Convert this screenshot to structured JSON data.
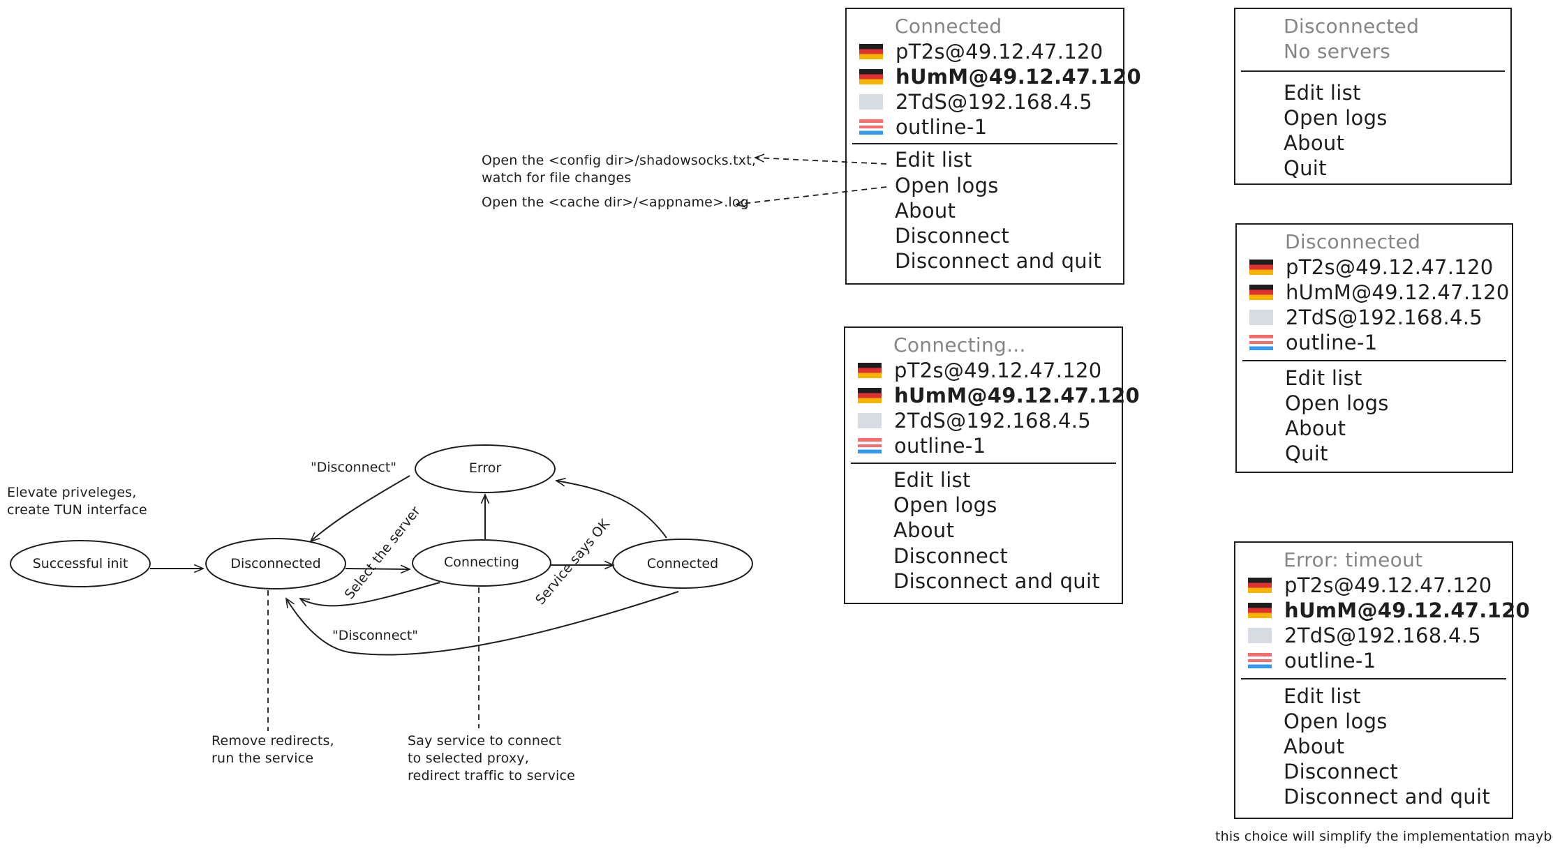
{
  "menus": {
    "connected": {
      "title": "Connected",
      "servers": [
        {
          "label": "pT2s@49.12.47.120",
          "flag": "germany",
          "selected": false
        },
        {
          "label": "hUmM@49.12.47.120",
          "flag": "germany",
          "selected": true
        },
        {
          "label": "2TdS@192.168.4.5",
          "flag": "blank",
          "selected": false
        },
        {
          "label": "outline-1",
          "flag": "striped",
          "selected": false
        }
      ],
      "items": [
        "Edit list",
        "Open logs",
        "About",
        "Disconnect",
        "Disconnect and quit"
      ]
    },
    "connecting": {
      "title": "Connecting...",
      "servers": [
        {
          "label": "pT2s@49.12.47.120",
          "flag": "germany",
          "selected": false
        },
        {
          "label": "hUmM@49.12.47.120",
          "flag": "germany",
          "selected": true
        },
        {
          "label": "2TdS@192.168.4.5",
          "flag": "blank",
          "selected": false
        },
        {
          "label": "outline-1",
          "flag": "striped",
          "selected": false
        }
      ],
      "items": [
        "Edit list",
        "Open logs",
        "About",
        "Disconnect",
        "Disconnect and quit"
      ]
    },
    "no_servers": {
      "title": "Disconnected",
      "subtitle": "No servers",
      "items": [
        "Edit list",
        "Open logs",
        "About",
        "Quit"
      ]
    },
    "disconnected": {
      "title": "Disconnected",
      "servers": [
        {
          "label": "pT2s@49.12.47.120",
          "flag": "germany",
          "selected": false
        },
        {
          "label": "hUmM@49.12.47.120",
          "flag": "germany",
          "selected": false
        },
        {
          "label": "2TdS@192.168.4.5",
          "flag": "blank",
          "selected": false
        },
        {
          "label": "outline-1",
          "flag": "striped",
          "selected": false
        }
      ],
      "items": [
        "Edit list",
        "Open logs",
        "About",
        "Quit"
      ]
    },
    "error": {
      "title": "Error: timeout",
      "servers": [
        {
          "label": "pT2s@49.12.47.120",
          "flag": "germany",
          "selected": false
        },
        {
          "label": "hUmM@49.12.47.120",
          "flag": "germany",
          "selected": true
        },
        {
          "label": "2TdS@192.168.4.5",
          "flag": "blank",
          "selected": false
        },
        {
          "label": "outline-1",
          "flag": "striped",
          "selected": false
        }
      ],
      "items": [
        "Edit list",
        "Open logs",
        "About",
        "Disconnect",
        "Disconnect and quit"
      ]
    }
  },
  "notes": {
    "edit_list": "Open the <config dir>/shadowsocks.txt,\nwatch for file changes",
    "open_logs": "Open the <cache dir>/<appname>.log",
    "init": "Elevate priveleges,\ncreate TUN interface",
    "disconnected_note": "Remove redirects,\nrun the service",
    "connecting_note": "Say service to connect\nto selected proxy,\nredirect traffic to service",
    "footer": "this choice will simplify the implementation maybe"
  },
  "states": {
    "init": "Successful init",
    "disconnected": "Disconnected",
    "error": "Error",
    "connecting": "Connecting",
    "connected": "Connected"
  },
  "transitions": {
    "select_server": "Select the server",
    "service_ok": "Service says OK",
    "disconnect_from_error": "\"Disconnect\"",
    "disconnect_from_connected": "\"Disconnect\""
  }
}
